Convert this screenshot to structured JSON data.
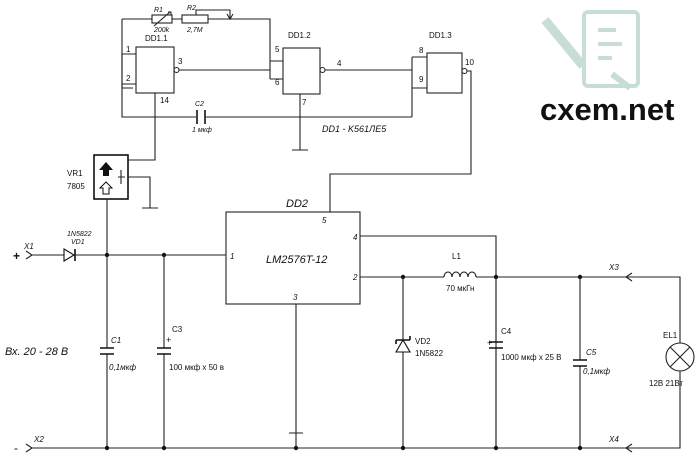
{
  "chips": {
    "dd1_1": "DD1.1",
    "dd1_2": "DD1.2",
    "dd1_3": "DD1.3",
    "dd1_note": "DD1 - K561ЛЕ5",
    "dd2": "DD2",
    "dd2_part": "LM2576T-12"
  },
  "pins": {
    "p1": "1",
    "p2": "2",
    "p3": "3",
    "p14": "14",
    "p5": "5",
    "p6": "6",
    "p4": "4",
    "p7": "7",
    "p8": "8",
    "p9": "9",
    "p10": "10",
    "dd2_1": "1",
    "dd2_2": "2",
    "dd2_3": "3",
    "dd2_4": "4",
    "dd2_5": "5"
  },
  "components": {
    "r1": "R1",
    "r1_val": "200k",
    "r2": "R2",
    "r2_val": "2,7M",
    "c2": "C2",
    "c2_val": "1 мкф",
    "vr1": "VR1",
    "vr1_val": "7805",
    "vd1": "VD1",
    "vd1_val": "1N5822",
    "c1": "C1",
    "c1_val": "0,1мкф",
    "c3": "C3",
    "c3_val": "100 мкф х 50 в",
    "vd2": "VD2",
    "vd2_val": "1N5822",
    "l1": "L1",
    "l1_val": "70 мкГн",
    "c4": "C4",
    "c4_val": "1000 мкф х 25 В",
    "c5": "C5",
    "c5_val": "0,1мкф",
    "el1": "EL1",
    "el1_val": "12В 21Вт"
  },
  "connectors": {
    "x1": "X1",
    "x2": "X2",
    "x3": "X3",
    "x4": "X4"
  },
  "signs": {
    "plus_in": "+",
    "minus_in": "-",
    "c3_plus": "+",
    "c4_plus": "+"
  },
  "input_label": "Вх. 20  - 28 В",
  "watermark": "cxem.net",
  "colors": {
    "wire": "#222222",
    "watermark": "#c8ddd3"
  }
}
